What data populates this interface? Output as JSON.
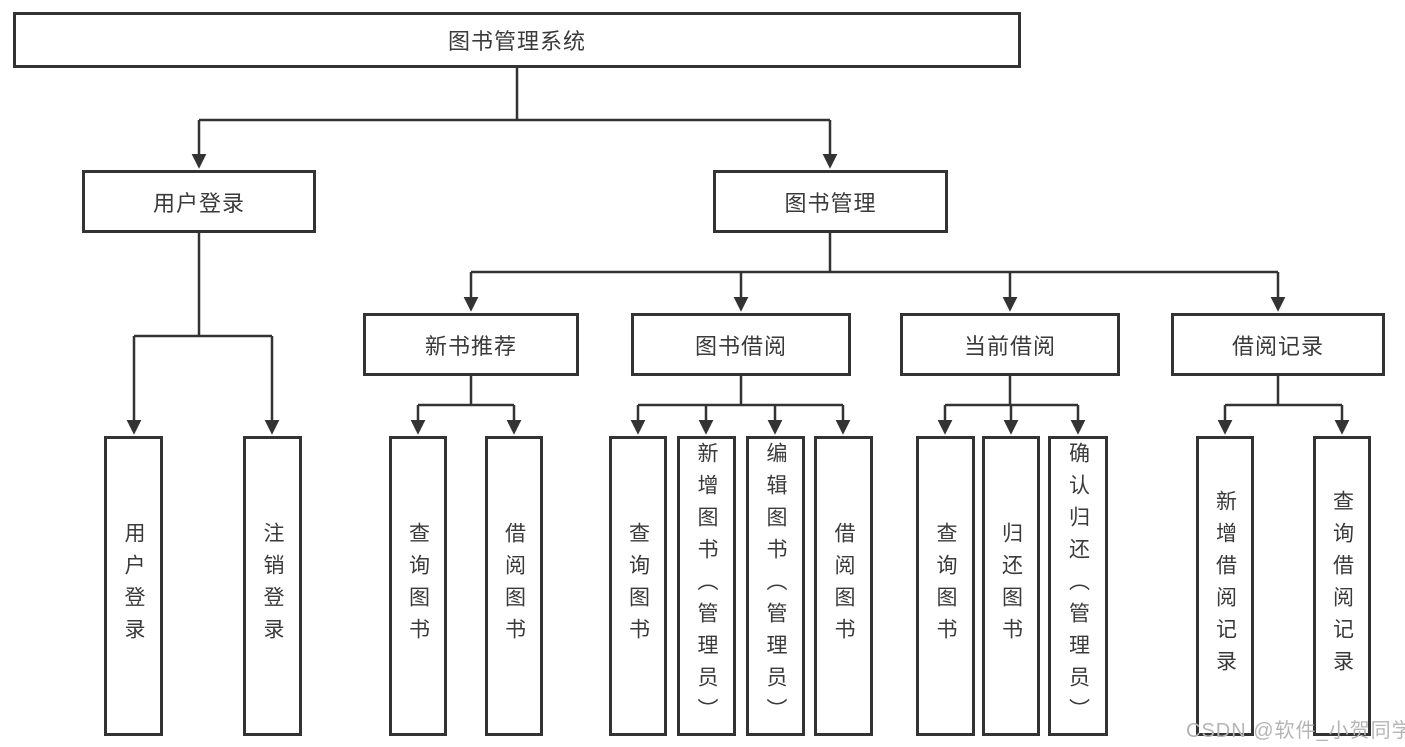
{
  "nodes": {
    "root": "图书管理系统",
    "level2": [
      "用户登录",
      "图书管理"
    ],
    "level3": [
      "新书推荐",
      "图书借阅",
      "当前借阅",
      "借阅记录"
    ],
    "leaves": [
      "用户登录",
      "注销登录",
      "查询图书",
      "借阅图书",
      "查询图书",
      "新增图书（管理员）",
      "编辑图书（管理员）",
      "借阅图书",
      "查询图书",
      "归还图书",
      "确认归还（管理员）",
      "新增借阅记录",
      "查询借阅记录"
    ]
  },
  "colors": {
    "line": "#333333",
    "text": "#3a3a3a",
    "watermark": "#b5b5b5",
    "background": "#ffffff"
  },
  "watermark": "CSDN @软件_小贺同学"
}
